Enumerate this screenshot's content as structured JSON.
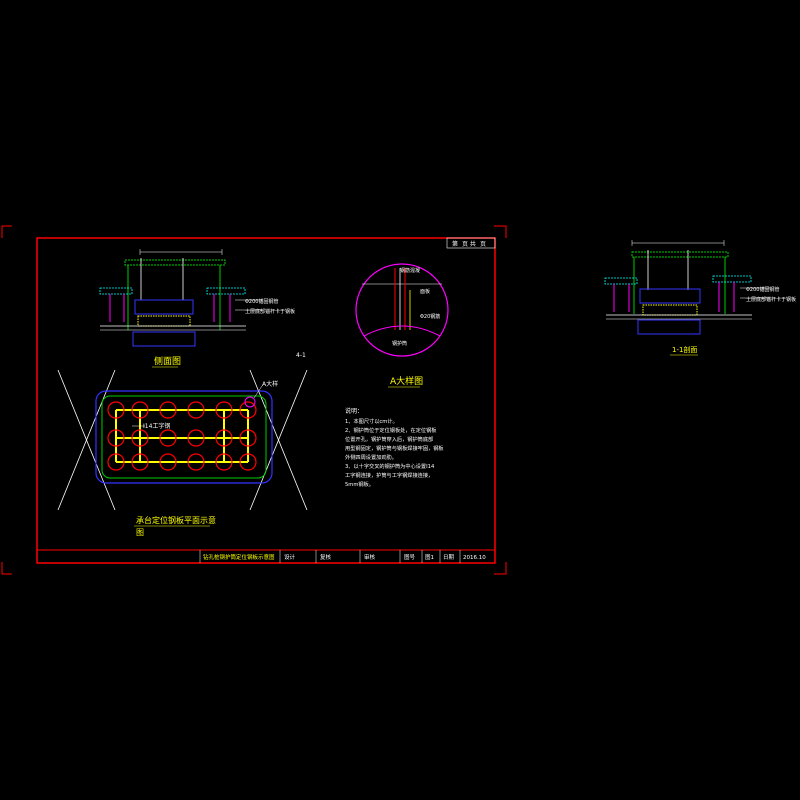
{
  "drawing": {
    "titleblock_top": {
      "a": "第",
      "b": "页 共",
      "c": "页"
    },
    "views": {
      "side_section_title": "侧面图",
      "detail_title": "A大样图",
      "detail_labels": {
        "top": "钢筋混凝",
        "right_a": "面板",
        "right_b": "Φ20钢筋",
        "bottom": "钢护筒"
      },
      "plan_title": "承台定位钢板平面示意",
      "plan_title_line2": "图",
      "plan_callout_a": "A大样",
      "plan_callout_i": "I14工字钢",
      "plan_axis": "4-1",
      "section_1_title": "1-1剖面",
      "side_labels": {
        "a": "Φ200锚固钢管",
        "b": "土层底部锚杆卡于钢板"
      }
    },
    "notes": {
      "heading": "说明：",
      "lines": [
        "1、本图尺寸以cm计。",
        "2、钢护筒位于定位钢板处，在定位钢板",
        "位置开孔，钢护筒穿入后，钢护筒底部",
        "用型钢固定，钢护筒与钢板焊接牢固，钢板",
        "外侧四周设置加劲肋。",
        "3、以十字交叉的钢护筒为中心设置I14",
        "工字钢连接，护筒与工字钢焊接连接，",
        "5mm钢板。"
      ]
    },
    "titleblock": {
      "drawing_name": "钻孔桩钢护筒定位钢板示意图",
      "design": "设计",
      "check": "复核",
      "review": "审核",
      "drawing_no_label": "图号",
      "drawing_no": "图1",
      "date_label": "日期",
      "date": "2016.10"
    }
  },
  "colors": {
    "frame": "#ff0000",
    "line": "#ffffff",
    "accent": "#ffff00",
    "blue": "#3333ff",
    "green": "#00cc00",
    "magenta": "#ff00ff",
    "cyan": "#00ffff"
  }
}
